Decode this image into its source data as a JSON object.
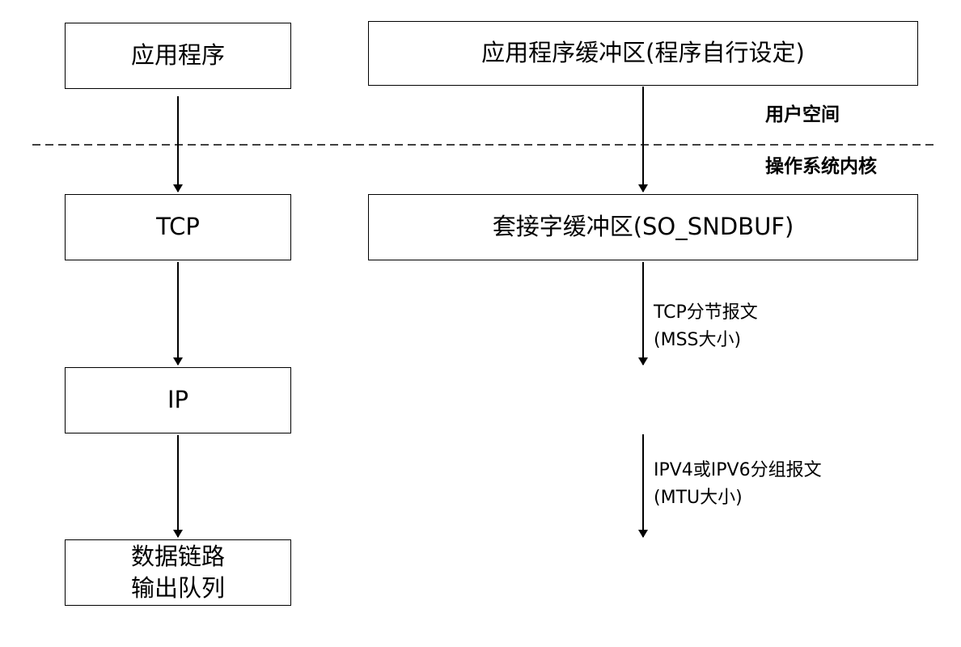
{
  "left_column": {
    "application": "应用程序",
    "tcp": "TCP",
    "ip": "IP",
    "datalink_line1": "数据链路",
    "datalink_line2": "输出队列"
  },
  "right_column": {
    "app_buffer": "应用程序缓冲区(程序自行设定)",
    "socket_buffer": "套接字缓冲区(SO_SNDBUF)",
    "tcp_segment_line1": "TCP分节报文",
    "tcp_segment_line2": "(MSS大小)",
    "ip_packet_line1": "IPV4或IPV6分组报文",
    "ip_packet_line2": "(MTU大小)"
  },
  "regions": {
    "user_space": "用户空间",
    "kernel": "操作系统内核"
  }
}
